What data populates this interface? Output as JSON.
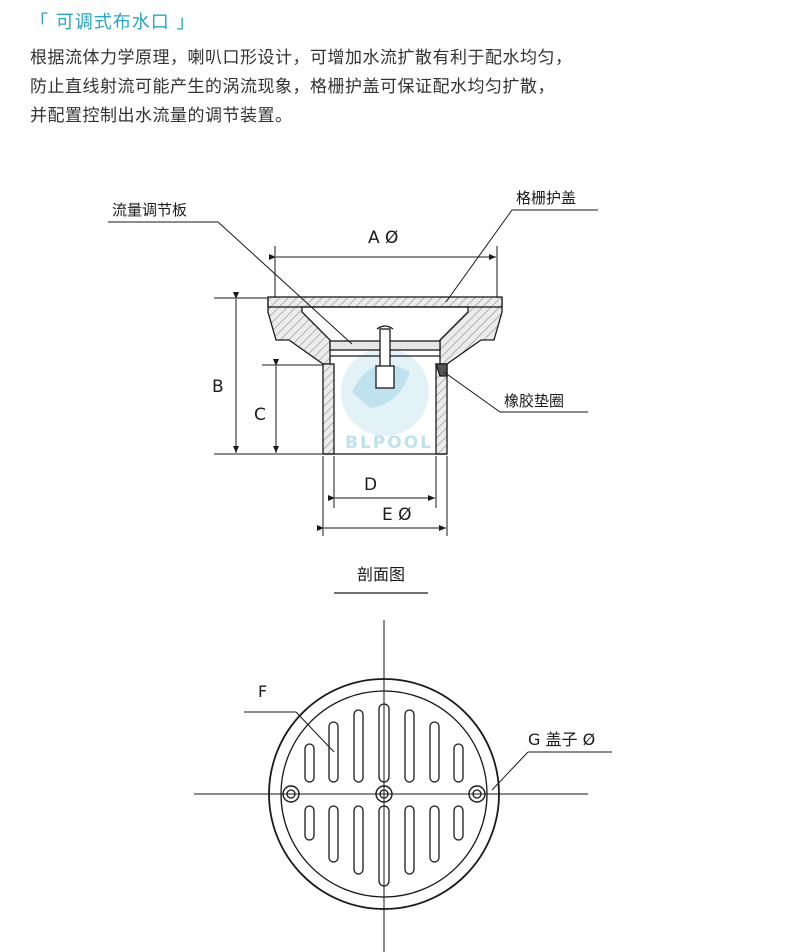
{
  "header": {
    "title": "「 可调式布水口 」",
    "description_lines": [
      "根据流体力学原理，喇叭口形设计，可增加水流扩散有利于配水均匀，",
      "防止直线射流可能产生的涡流现象，格栅护盖可保证配水均匀扩散，",
      "并配置控制出水流量的调节装置。"
    ]
  },
  "section_view": {
    "labels": {
      "flow_plate": "流量调节板",
      "grille_cover": "格栅护盖",
      "rubber_gasket": "橡胶垫圈",
      "dim_a": "A Ø",
      "dim_b": "B",
      "dim_c": "C",
      "dim_d": "D",
      "dim_e": "E Ø"
    },
    "caption": "剖面图",
    "watermark": "BLPOOL"
  },
  "top_view": {
    "labels": {
      "f": "F",
      "g": "G 盖子 Ø"
    }
  },
  "colors": {
    "accent": "#25a7c5",
    "line": "#1a1a1a",
    "hatch": "#cfcfcf",
    "watermark": "#bfe3ee"
  }
}
